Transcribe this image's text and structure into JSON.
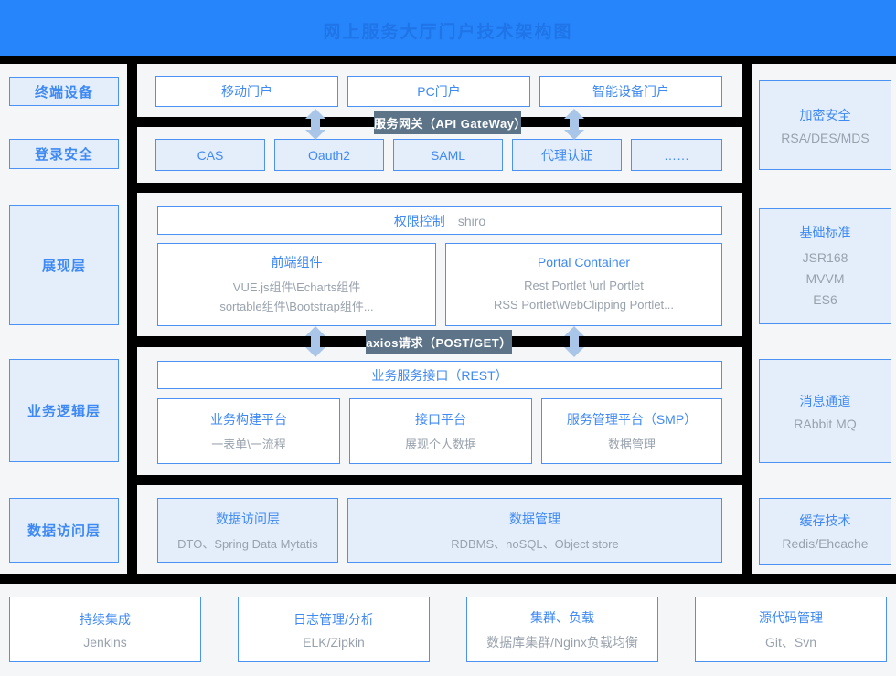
{
  "header": {
    "title": "网上服务大厅门户技术架构图"
  },
  "left_labels": [
    "终端设备",
    "登录安全",
    "展现层",
    "业务逻辑层",
    "数据访问层"
  ],
  "portal_row": [
    "移动门户",
    "PC门户",
    "智能设备门户"
  ],
  "gateway_badge": "服务网关（API GateWay）",
  "auth_row": [
    "CAS",
    "Oauth2",
    "SAML",
    "代理认证",
    "……"
  ],
  "presentation": {
    "acl_title": "权限控制",
    "acl_sub": "shiro",
    "frontend": {
      "title": "前端组件",
      "line1": "VUE.js组件\\Echarts组件",
      "line2": "sortable组件\\Bootstrap组件..."
    },
    "portal_container": {
      "title": "Portal Container",
      "line1": "Rest Portlet \\url Portlet",
      "line2": "RSS Portlet\\WebClipping Portlet..."
    }
  },
  "axios_badge": "axios请求（POST/GET）",
  "business": {
    "api_bar": "业务服务接口（REST）",
    "platforms": [
      {
        "title": "业务构建平台",
        "sub": "一表单\\一流程"
      },
      {
        "title": "接口平台",
        "sub": "展现个人数据"
      },
      {
        "title": "服务管理平台（SMP）",
        "sub": "数据管理"
      }
    ]
  },
  "data_layer": [
    {
      "title": "数据访问层",
      "sub": "DTO、Spring Data Mytatis"
    },
    {
      "title": "数据管理",
      "sub": "RDBMS、noSQL、Object store"
    }
  ],
  "right_boxes": [
    {
      "title": "加密安全",
      "lines": [
        "RSA/DES/MDS"
      ]
    },
    {
      "title": "基础标准",
      "lines": [
        "JSR168",
        "MVVM",
        "ES6"
      ]
    },
    {
      "title": "消息通道",
      "lines": [
        "RAbbit MQ"
      ]
    },
    {
      "title": "缓存技术",
      "lines": [
        "Redis/Ehcache"
      ]
    }
  ],
  "bottom_boxes": [
    {
      "title": "持续集成",
      "sub": "Jenkins"
    },
    {
      "title": "日志管理/分析",
      "sub": "ELK/Zipkin"
    },
    {
      "title": "集群、负载",
      "sub": "数据库集群/Nginx负载均衡"
    },
    {
      "title": "源代码管理",
      "sub": "Git、Svn"
    }
  ],
  "colors": {
    "header_blue": "#2685fb",
    "page_bg": "#f5f6f8",
    "box_border": "#4b92f4",
    "blue_text": "#3e89f3",
    "gray_text": "#98a2ad",
    "tint_fill": "#e4eefb",
    "badge_bg": "#5d7387",
    "arrow": "#a9c5e7",
    "black": "#000000"
  }
}
